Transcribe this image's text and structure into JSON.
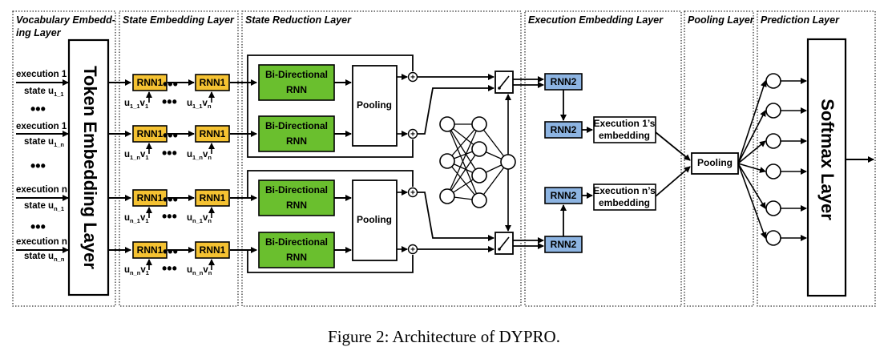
{
  "panels": {
    "vocabulary_line1": "Vocabulary Embedd-",
    "vocabulary_line2": "ing Layer",
    "state_embedding": "State Embedding Layer",
    "state_reduction": "State Reduction Layer",
    "execution_embedding": "Execution Embedding Layer",
    "pooling": "Pooling Layer",
    "prediction": "Prediction Layer"
  },
  "inputs": [
    {
      "line1": "execution 1",
      "line2": "state u",
      "sub": "1_1"
    },
    {
      "line1": "execution 1",
      "line2": "state u",
      "sub": "1_n"
    },
    {
      "line1": "execution n",
      "line2": "state u",
      "sub": "n_1"
    },
    {
      "line1": "execution n",
      "line2": "state u",
      "sub": "n_n"
    }
  ],
  "vars": [
    {
      "a": "u",
      "a_sub": "1_1",
      "a_v": "v",
      "a_v_sub": "1",
      "b": "u",
      "b_sub": "1_1",
      "b_v": "v",
      "b_v_sub": "n"
    },
    {
      "a": "u",
      "a_sub": "1_n",
      "a_v": "v",
      "a_v_sub": "1",
      "b": "u",
      "b_sub": "1_n",
      "b_v": "v",
      "b_v_sub": "n"
    },
    {
      "a": "u",
      "a_sub": "n_1",
      "a_v": "v",
      "a_v_sub": "1",
      "b": "u",
      "b_sub": "n_1",
      "b_v": "v",
      "b_v_sub": "n"
    },
    {
      "a": "u",
      "a_sub": "n_n",
      "a_v": "v",
      "a_v_sub": "1",
      "b": "u",
      "b_sub": "n_n",
      "b_v": "v",
      "b_v_sub": "n"
    }
  ],
  "labels": {
    "token_embedding": "Token Embedding Layer",
    "rnn1": "RNN1",
    "rnn2": "RNN2",
    "bi_rnn_line1": "Bi-Directional",
    "bi_rnn_line2": "RNN",
    "pooling": "Pooling",
    "softmax": "Softmax Layer",
    "exec1_line1": "Execution 1’s",
    "exec1_line2": "embedding",
    "execn_line1": "Execution n’s",
    "execn_line2": "embedding",
    "ellipsis": "•••",
    "plus": "+"
  },
  "caption": {
    "prefix": "Figure 2: Architecture of ",
    "name_d": "D",
    "name_y": "Y",
    "name_p": "P",
    "name_ro": "RO",
    "suffix": "."
  },
  "colors": {
    "rnn1": "#f5c232",
    "bi_rnn": "#6abf2e",
    "rnn2": "#8db4e2"
  }
}
